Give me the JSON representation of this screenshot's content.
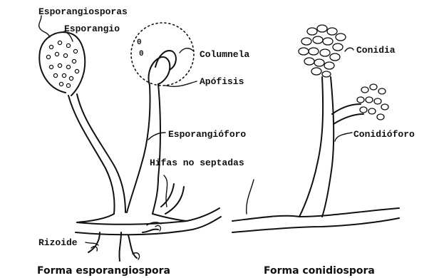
{
  "labels": {
    "esporangiosporas": "Esporangiosporas",
    "esporangio": "Esporangio",
    "columnela": "Columnela",
    "apofisis": "Apófisis",
    "esporangioforo": "Esporangióforo",
    "hifas": "Hifas no septadas",
    "rizoide": "Rizoide",
    "conidia": "Conidia",
    "conidioforo": "Conidióforo"
  },
  "captions": {
    "left": "Forma esporangiospora",
    "right": "Forma conidiospora"
  }
}
